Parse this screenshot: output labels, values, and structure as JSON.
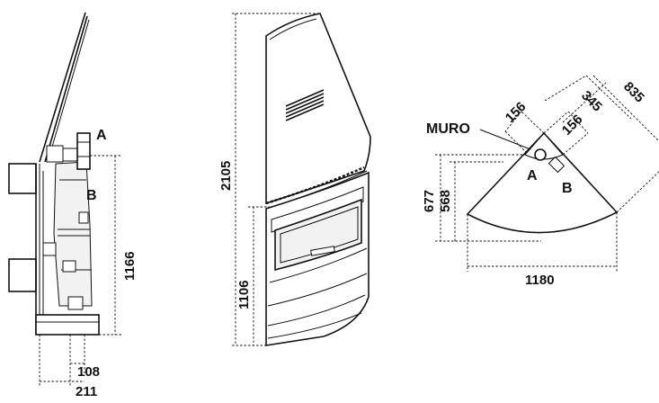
{
  "side_view": {
    "labels": {
      "a": "A",
      "b": "B"
    },
    "dims": {
      "height": "1166",
      "offset_small": "108",
      "offset_large": "211"
    }
  },
  "front_view": {
    "dims": {
      "total_height": "2105",
      "hearth_height": "1106"
    }
  },
  "plan_view": {
    "labels": {
      "wall": "MURO",
      "a": "A",
      "b": "B"
    },
    "dims": {
      "d156_left": "156",
      "d156_right": "156",
      "d345": "345",
      "d835": "835",
      "d677": "677",
      "d568": "568",
      "d1180": "1180"
    }
  }
}
